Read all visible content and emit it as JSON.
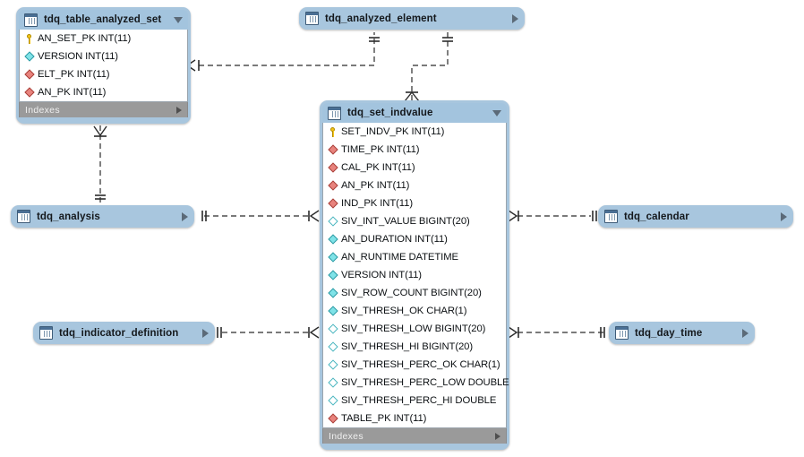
{
  "diagram": {
    "kind": "eer-diagram",
    "indexes_label": "Indexes",
    "icons": {
      "table": "table-icon",
      "expand_down": "chevron-down-icon",
      "expand_right": "chevron-right-icon",
      "pk": "key-icon",
      "fk": "red-diamond-icon",
      "not_null": "cyan-diamond-icon",
      "nullable": "hollow-diamond-icon"
    },
    "colors": {
      "header": "#a3c4de",
      "shell": "#a8c6de",
      "body": "#ffffff",
      "indexes_bar": "#9a9a9a",
      "connector": "#2b2b2b",
      "pk_key": "#f5c518",
      "fk_diamond": "#e8837d",
      "notnull_diamond": "#7fe3e8",
      "nullable_diamond": "#ffffff"
    }
  },
  "tables": {
    "table_analyzed_set": {
      "name": "tdq_table_analyzed_set",
      "state": "expanded",
      "columns": [
        {
          "glyph": "key",
          "text": "AN_SET_PK INT(11)"
        },
        {
          "glyph": "nn",
          "text": "VERSION INT(11)"
        },
        {
          "glyph": "fk",
          "text": "ELT_PK INT(11)"
        },
        {
          "glyph": "fk",
          "text": "AN_PK INT(11)"
        }
      ]
    },
    "analyzed_element": {
      "name": "tdq_analyzed_element",
      "state": "collapsed"
    },
    "set_indvalue": {
      "name": "tdq_set_indvalue",
      "state": "expanded",
      "columns": [
        {
          "glyph": "key",
          "text": "SET_INDV_PK INT(11)"
        },
        {
          "glyph": "fk",
          "text": "TIME_PK INT(11)"
        },
        {
          "glyph": "fk",
          "text": "CAL_PK INT(11)"
        },
        {
          "glyph": "fk",
          "text": "AN_PK INT(11)"
        },
        {
          "glyph": "fk",
          "text": "IND_PK INT(11)"
        },
        {
          "glyph": "null",
          "text": "SIV_INT_VALUE BIGINT(20)"
        },
        {
          "glyph": "nn",
          "text": "AN_DURATION INT(11)"
        },
        {
          "glyph": "nn",
          "text": "AN_RUNTIME DATETIME"
        },
        {
          "glyph": "nn",
          "text": "VERSION INT(11)"
        },
        {
          "glyph": "nn",
          "text": "SIV_ROW_COUNT BIGINT(20)"
        },
        {
          "glyph": "nn",
          "text": "SIV_THRESH_OK CHAR(1)"
        },
        {
          "glyph": "null",
          "text": "SIV_THRESH_LOW BIGINT(20)"
        },
        {
          "glyph": "null",
          "text": "SIV_THRESH_HI BIGINT(20)"
        },
        {
          "glyph": "null",
          "text": "SIV_THRESH_PERC_OK CHAR(1)"
        },
        {
          "glyph": "null",
          "text": "SIV_THRESH_PERC_LOW DOUBLE"
        },
        {
          "glyph": "null",
          "text": "SIV_THRESH_PERC_HI DOUBLE"
        },
        {
          "glyph": "fk",
          "text": "TABLE_PK INT(11)"
        }
      ]
    },
    "analysis": {
      "name": "tdq_analysis",
      "state": "collapsed"
    },
    "calendar": {
      "name": "tdq_calendar",
      "state": "collapsed"
    },
    "indicator_definition": {
      "name": "tdq_indicator_definition",
      "state": "collapsed"
    },
    "day_time": {
      "name": "tdq_day_time",
      "state": "collapsed"
    }
  }
}
